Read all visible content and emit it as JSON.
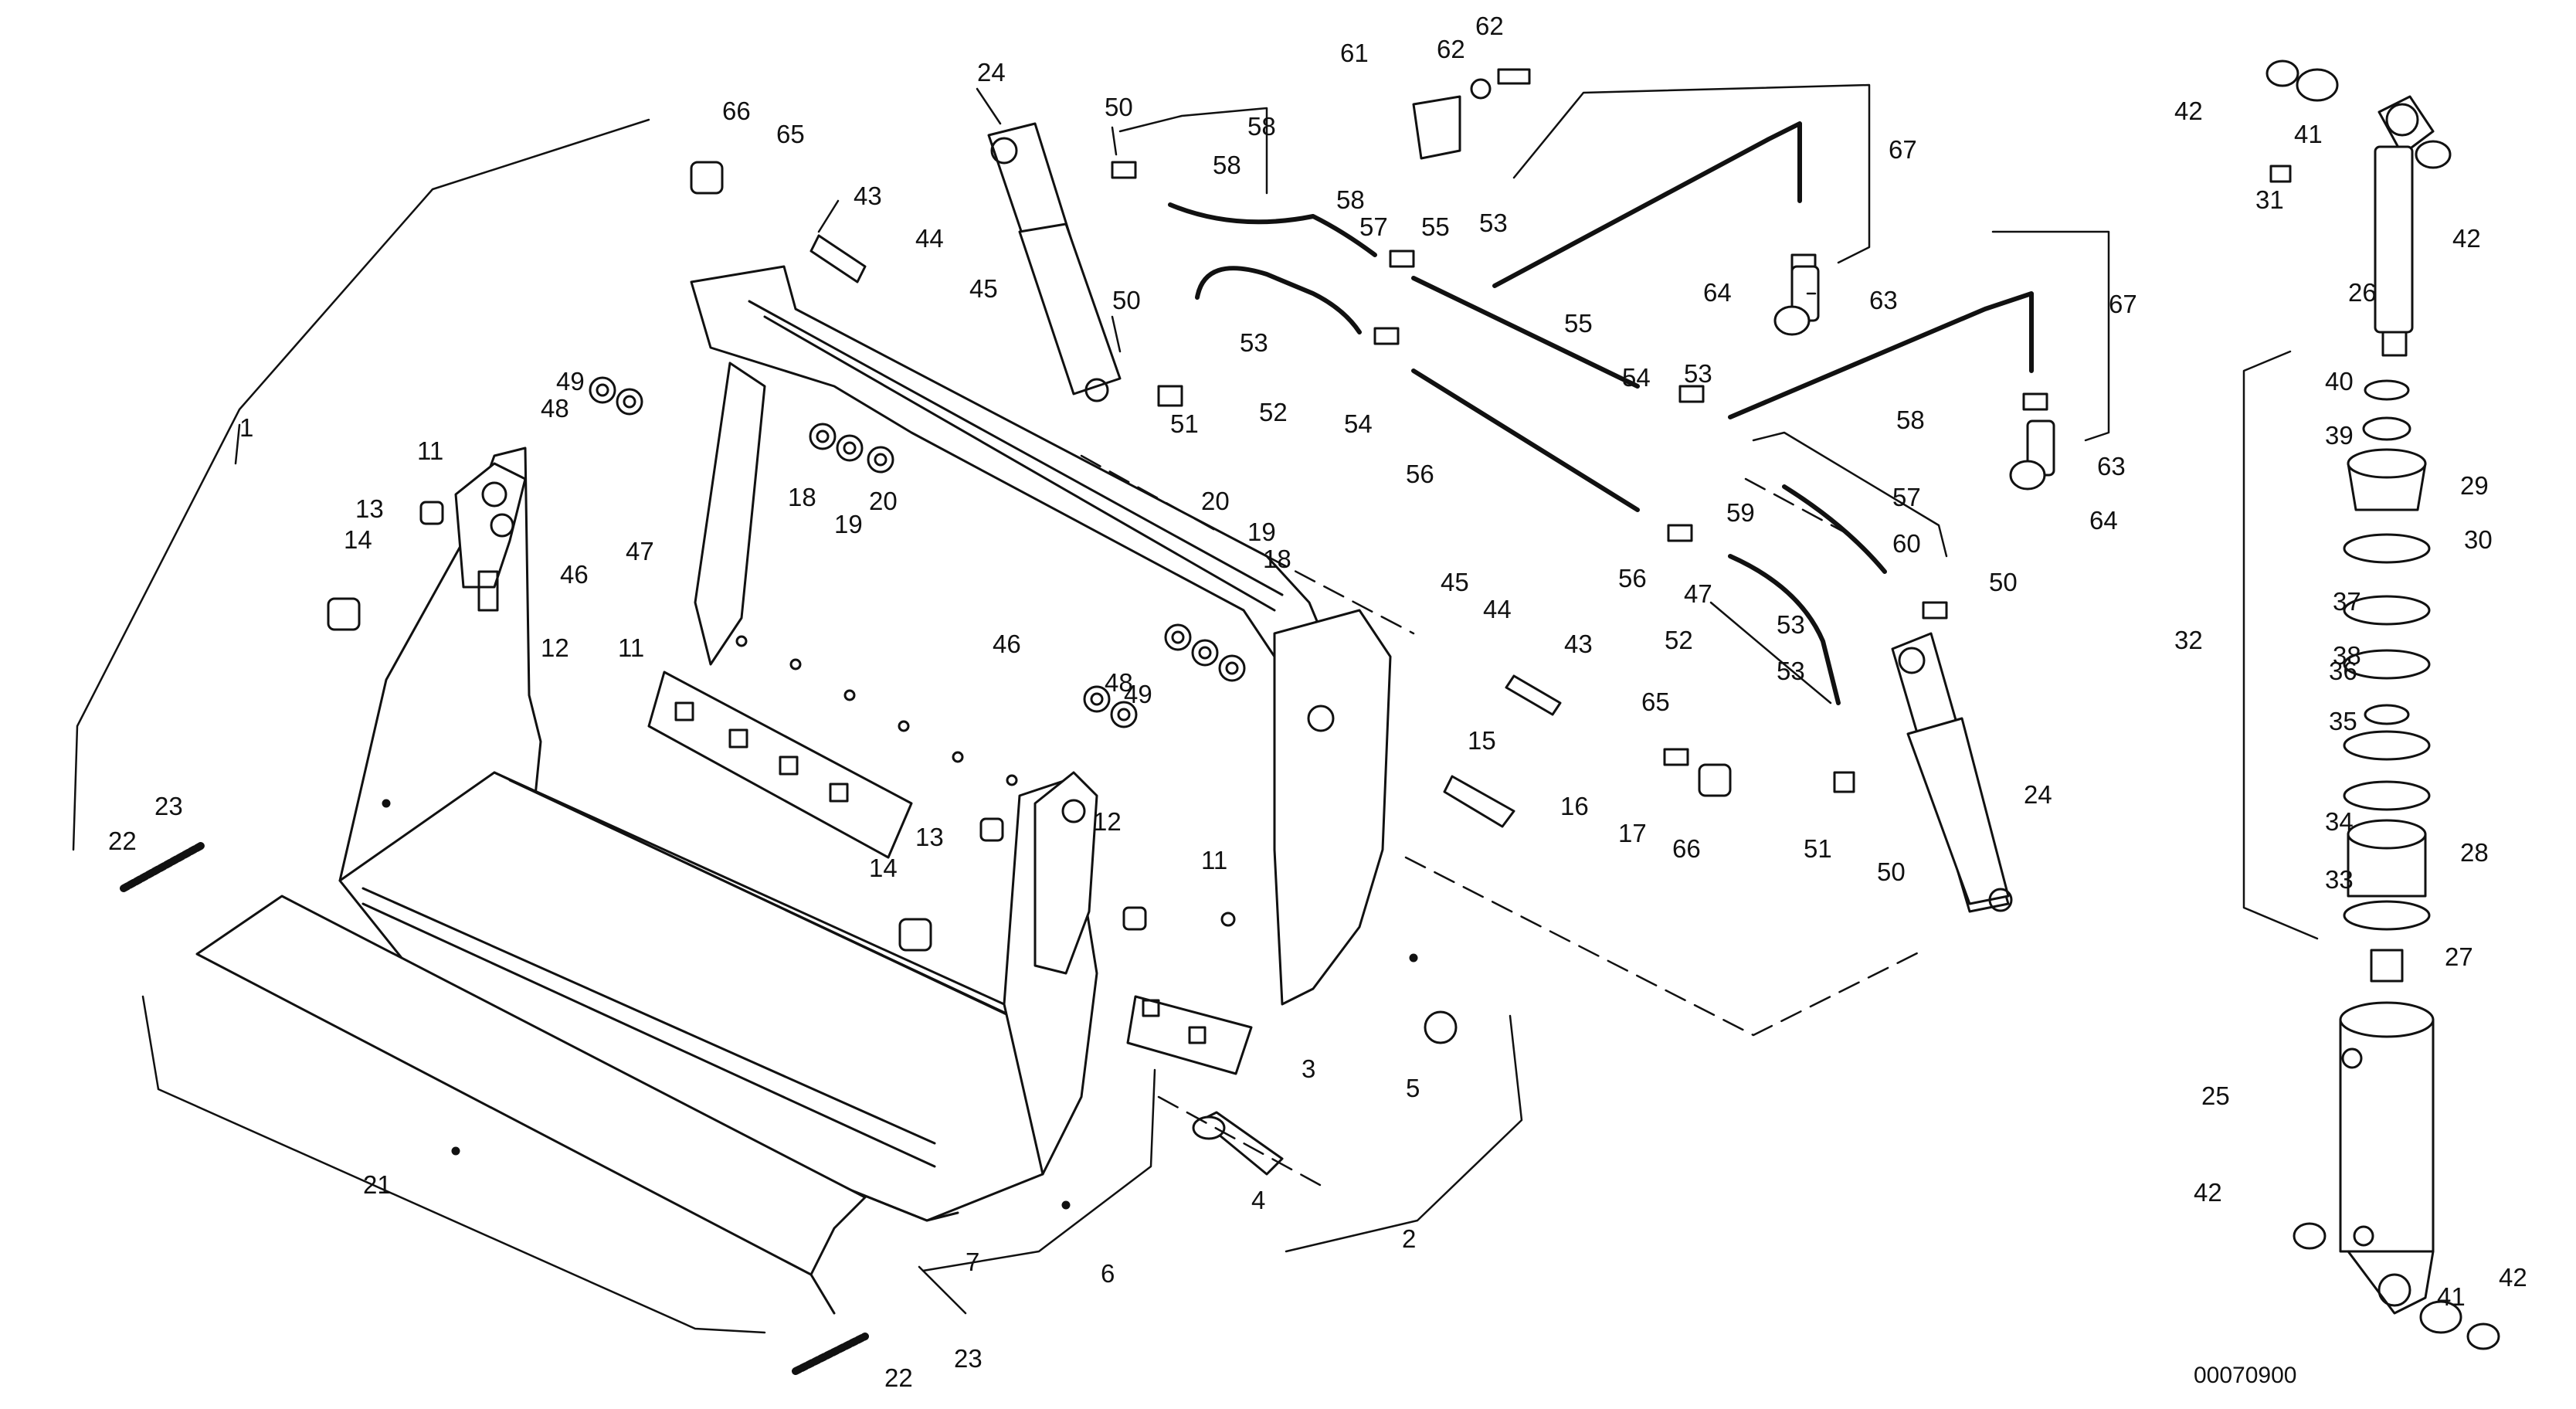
{
  "document_number": "00070900",
  "part_callouts": [
    "1",
    "2",
    "3",
    "4",
    "5",
    "6",
    "7",
    "11",
    "11",
    "11",
    "12",
    "12",
    "13",
    "13",
    "14",
    "14",
    "15",
    "16",
    "17",
    "18",
    "18",
    "19",
    "19",
    "20",
    "20",
    "21",
    "22",
    "22",
    "23",
    "23",
    "24",
    "24",
    "25",
    "26",
    "27",
    "28",
    "29",
    "30",
    "31",
    "32",
    "33",
    "34",
    "35",
    "36",
    "37",
    "38",
    "39",
    "40",
    "41",
    "41",
    "42",
    "42",
    "42",
    "42",
    "43",
    "43",
    "44",
    "44",
    "45",
    "45",
    "46",
    "46",
    "47",
    "47",
    "48",
    "48",
    "49",
    "49",
    "50",
    "50",
    "50",
    "50",
    "51",
    "51",
    "52",
    "52",
    "53",
    "53",
    "53",
    "53",
    "53",
    "54",
    "54",
    "55",
    "55",
    "56",
    "56",
    "57",
    "57",
    "58",
    "58",
    "58",
    "58",
    "59",
    "60",
    "61",
    "62",
    "62",
    "63",
    "63",
    "64",
    "64",
    "65",
    "65",
    "66",
    "66",
    "67",
    "67"
  ],
  "colors": {
    "line": "#111111",
    "background": "#ffffff"
  }
}
